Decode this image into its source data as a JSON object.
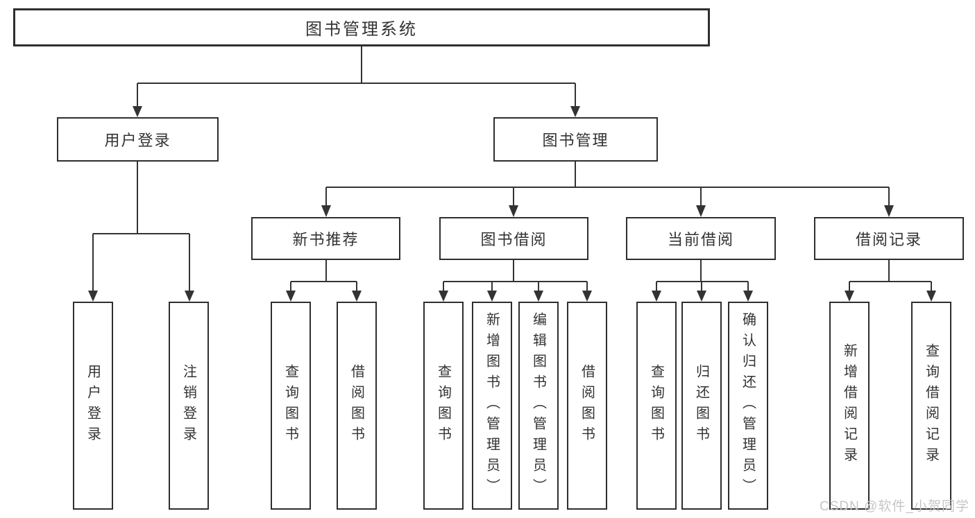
{
  "diagram": {
    "root": {
      "label": "图书管理系统"
    },
    "level2": [
      {
        "label": "用户登录"
      },
      {
        "label": "图书管理"
      }
    ],
    "level3": [
      {
        "label": "新书推荐"
      },
      {
        "label": "图书借阅"
      },
      {
        "label": "当前借阅"
      },
      {
        "label": "借阅记录"
      }
    ],
    "leaves": {
      "user_login": [
        "用户登录",
        "注销登录"
      ],
      "new_books": [
        "查询图书",
        "借阅图书"
      ],
      "borrowing": [
        "查询图书",
        "新增图书（管理员）",
        "编辑图书（管理员）",
        "借阅图书"
      ],
      "current": [
        "查询图书",
        "归还图书",
        "确认归还（管理员）"
      ],
      "records": [
        "新增借阅记录",
        "查询借阅记录"
      ]
    }
  },
  "watermark": "CSDN @软件_小贺同学",
  "colors": {
    "line": "#333333",
    "text": "#333333",
    "border": "#2e2e2e",
    "watermark": "#c6c6c6",
    "background": "#ffffff"
  }
}
